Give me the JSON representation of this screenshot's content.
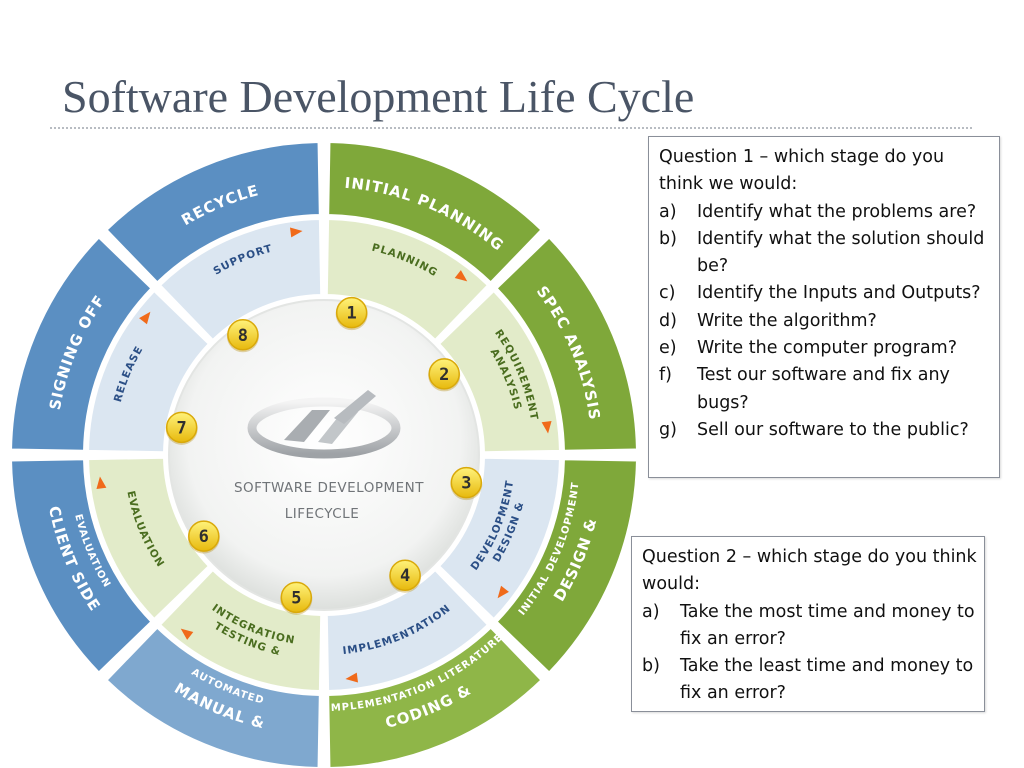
{
  "slide": {
    "title": "Software Development Life Cycle"
  },
  "diagram": {
    "center_title": "SOFTWARE DEVELOPMENT",
    "center_subtitle": "LIFECYCLE",
    "outer_ring": [
      {
        "label": "INITIAL PLANNING",
        "color": "#7fa83a"
      },
      {
        "label": "SPEC ANALYSIS",
        "color": "#7fa83a"
      },
      {
        "label": "DESIGN &",
        "sub": "INITIAL DEVELOPMENT",
        "color": "#7fa83a"
      },
      {
        "label": "CODING &",
        "sub": "IMPLEMENTATION LITERATURE",
        "color": "#8fb648"
      },
      {
        "label": "MANUAL &",
        "sub": "AUTOMATED",
        "color": "#7fa8cf"
      },
      {
        "label": "CLIENT SIDE",
        "sub": "EVALUATION",
        "color": "#5b8fc2"
      },
      {
        "label": "SIGNING OFF",
        "color": "#5b8fc2"
      },
      {
        "label": "RECYCLE",
        "color": "#5b8fc2"
      }
    ],
    "inner_stages": [
      {
        "number": "1",
        "label": "PLANNING",
        "text_color": "#4a6d1f"
      },
      {
        "number": "2",
        "label": "REQUIREMENT",
        "sub": "ANALYSIS",
        "text_color": "#4a6d1f"
      },
      {
        "number": "3",
        "label": "DESIGN &",
        "sub": "DEVELOPMENT",
        "text_color": "#2b4f86"
      },
      {
        "number": "4",
        "label": "IMPLEMENTATION",
        "text_color": "#2b4f86"
      },
      {
        "number": "5",
        "label": "TESTING &",
        "sub": "INTEGRATION",
        "text_color": "#4a6d1f"
      },
      {
        "number": "6",
        "label": "EVALUATION",
        "text_color": "#4a6d1f"
      },
      {
        "number": "7",
        "label": "RELEASE",
        "text_color": "#2b4f86"
      },
      {
        "number": "8",
        "label": "SUPPORT",
        "text_color": "#2b4f86"
      }
    ],
    "colors": {
      "green_ring": "#7fa83a",
      "blue_ring": "#5b8fc2",
      "inner_green": "#e2ebc9",
      "inner_blue": "#dbe6f1",
      "badge": "#f3cd1b",
      "arrow": "#f06a1a"
    }
  },
  "question1": {
    "prompt": "Question 1 – which stage do you think we would:",
    "items": [
      {
        "letter": "a)",
        "text": "Identify what the problems are?"
      },
      {
        "letter": "b)",
        "text": "Identify what the solution should be?"
      },
      {
        "letter": "c)",
        "text": "Identify the Inputs and Outputs?"
      },
      {
        "letter": "d)",
        "text": "Write the algorithm?"
      },
      {
        "letter": "e)",
        "text": "Write the computer program?"
      },
      {
        "letter": "f)",
        "text": "Test our software and fix any bugs?"
      },
      {
        "letter": "g)",
        "text": "Sell our software to the public?"
      }
    ]
  },
  "question2": {
    "prompt": "Question 2 – which stage do you think would:",
    "items": [
      {
        "letter": "a)",
        "text": "Take the most time and money to fix an error?"
      },
      {
        "letter": "b)",
        "text": "Take the least time and money to fix an error?"
      }
    ]
  }
}
